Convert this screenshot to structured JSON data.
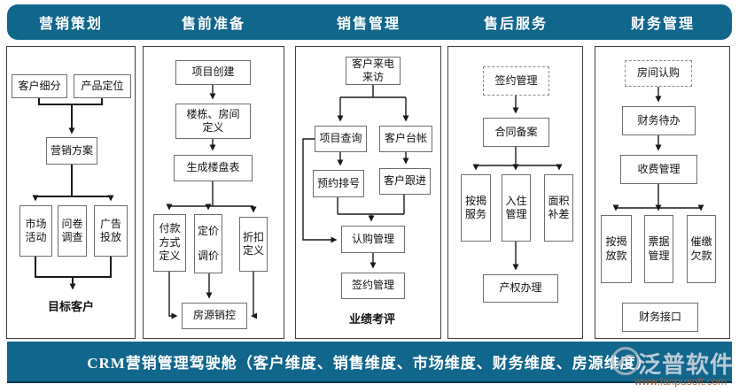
{
  "header": {
    "column_titles": [
      "营销策划",
      "售前准备",
      "销售管理",
      "售后服务",
      "财务管理"
    ]
  },
  "columns": {
    "marketing_planning": {
      "nodes": {
        "customer_segmentation": "客户细分",
        "product_positioning": "产品定位",
        "marketing_plan": "营销方案",
        "market_activity": "市场\n活动",
        "questionnaire_survey": "问卷\n调查",
        "ad_placement": "广告\n投放"
      },
      "footer_label": "目标客户"
    },
    "presale_preparation": {
      "nodes": {
        "project_creation": "项目创建",
        "building_room_definition": "楼栋、房间\n定义",
        "generate_building_table": "生成楼盘表",
        "payment_method_definition": "付款\n方式\n定义",
        "pricing_adjustment": "定价\n调价",
        "discount_definition": "折扣\n定义",
        "housing_sales_control": "房源销控"
      }
    },
    "sales_management": {
      "nodes": {
        "customer_calls_visits": "客户来电\n来访",
        "project_query": "项目查询",
        "customer_ledger": "客户台帐",
        "appointment_numbering": "预约排号",
        "customer_followup": "客户跟进",
        "subscription_management": "认购管理",
        "contract_management": "签约管理"
      },
      "footer_label": "业绩考评"
    },
    "aftersale_service": {
      "nodes": {
        "contract_management_ref": "签约管理",
        "contract_filing": "合同备案",
        "mortgage_service": "按揭\n服务",
        "movein_management": "入住\n管理",
        "area_compensation": "面积\n补差",
        "property_rights_processing": "产权办理"
      }
    },
    "financial_management": {
      "nodes": {
        "room_subscription": "房间认购",
        "financial_todo": "财务待办",
        "fee_management": "收费管理",
        "mortgage_disbursement": "按揭\n放款",
        "bill_management": "票据\n管理",
        "arrears_collection": "催缴\n欠款",
        "financial_interface": "财务接口"
      }
    }
  },
  "banner": {
    "text": "CRM营销管理驾驶舱（客户维度、销售维度、市场维度、财务维度、房源维度）"
  },
  "watermark": {
    "brand": "泛普软件",
    "url": "www.fanpusoft.com"
  },
  "colors": {
    "banner_blue": "#11668c",
    "container_border": "#3f3f3f",
    "node_border": "#6e6e6e",
    "connector": "#1a1a1a",
    "watermark_brand": "#d6dce4",
    "watermark_url": "#9e5e3e"
  }
}
